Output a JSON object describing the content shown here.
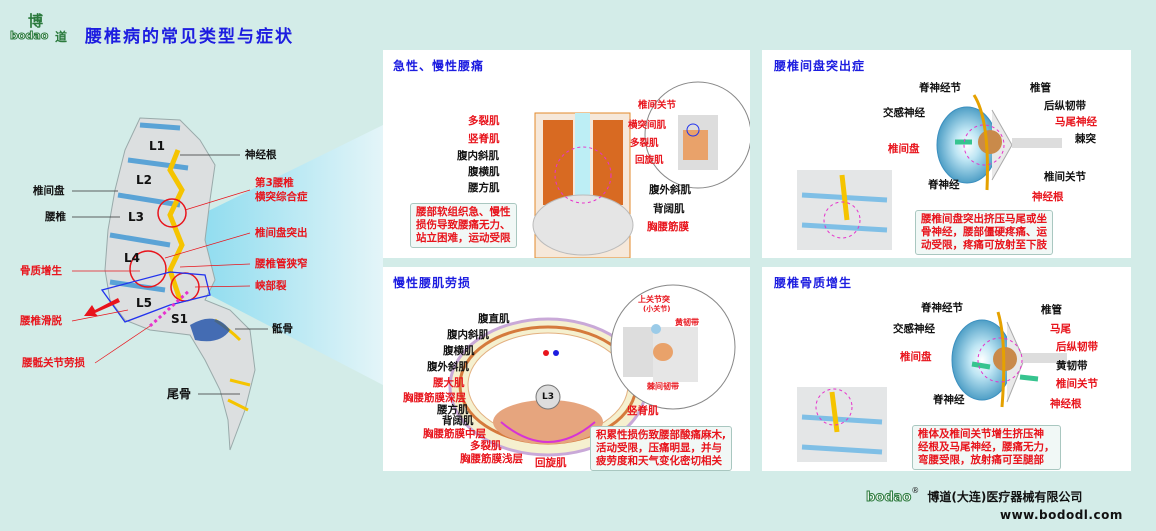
{
  "header": {
    "logo_text": "bodao",
    "logo_char1": "博",
    "logo_char2": "道",
    "title": "腰椎病的常见类型与症状"
  },
  "spine": {
    "vertebrae": [
      "L1",
      "L2",
      "L3",
      "L4",
      "L5",
      "S1"
    ],
    "labels_left": [
      "椎间盘",
      "腰椎"
    ],
    "labels_left_red": [
      "骨质增生",
      "腰椎滑脱",
      "腰骶关节劳损"
    ],
    "labels_right": [
      "神经根",
      "骶骨",
      "尾骨"
    ],
    "labels_right_red": [
      "第3腰椎",
      "横突综合症",
      "椎间盘突出",
      "腰椎管狭窄",
      "峡部裂"
    ]
  },
  "panels": [
    {
      "title": "急性、慢性腰痛",
      "labels": [
        "多裂肌",
        "竖脊肌",
        "腹内斜肌",
        "腹横肌",
        "腰方肌",
        "椎间关节",
        "横突间肌",
        "多裂肌",
        "回旋肌",
        "腹外斜肌",
        "背阔肌",
        "胸腰筋膜"
      ],
      "callout": [
        "腰部软组织急、慢性",
        "损伤导致腰痛无力、",
        "站立困难，运动受限"
      ]
    },
    {
      "title": "腰椎间盘突出症",
      "labels": [
        "脊神经节",
        "椎管",
        "交感神经",
        "后纵韧带",
        "马尾神经",
        "棘突",
        "椎间盘",
        "椎间关节",
        "脊神经",
        "神经根"
      ],
      "callout": [
        "腰椎间盘突出挤压马尾或坐",
        "骨神经，腰部僵硬疼痛、运",
        "动受限，疼痛可放射至下肢"
      ]
    },
    {
      "title": "慢性腰肌劳损",
      "labels": [
        "腹直肌",
        "腹内斜肌",
        "腹横肌",
        "腹外斜肌",
        "腰大肌",
        "胸腰筋膜深层",
        "腰方肌",
        "背阔肌",
        "胸腰筋膜中层",
        "多裂肌",
        "胸腰筋膜浅层",
        "回旋肌",
        "竖脊肌",
        "上关节突",
        "(小关节)",
        "黄韧带",
        "棘间韧带",
        "L3"
      ],
      "callout": [
        "积累性损伤致腰部酸痛麻木,",
        "活动受限，压痛明显，并与",
        "疲劳度和天气变化密切相关"
      ]
    },
    {
      "title": "腰椎骨质增生",
      "labels": [
        "脊神经节",
        "椎管",
        "交感神经",
        "马尾",
        "后纵韧带",
        "椎间盘",
        "黄韧带",
        "椎间关节",
        "脊神经",
        "神经根"
      ],
      "callout": [
        "椎体及椎间关节增生挤压神",
        "经根及马尾神经，腰痛无力，",
        "弯腰受限，放射痛可至腿部"
      ]
    }
  ],
  "footer": {
    "logo_text": "bodao",
    "registered": "®",
    "company": "博道(大连)医疗器械有限公司",
    "url": "www.bododl.com"
  },
  "colors": {
    "background": "#d3ece8",
    "title_blue": "#1d1de0",
    "highlight_red": "#e8141c",
    "brand_green": "#2b7a3d"
  }
}
